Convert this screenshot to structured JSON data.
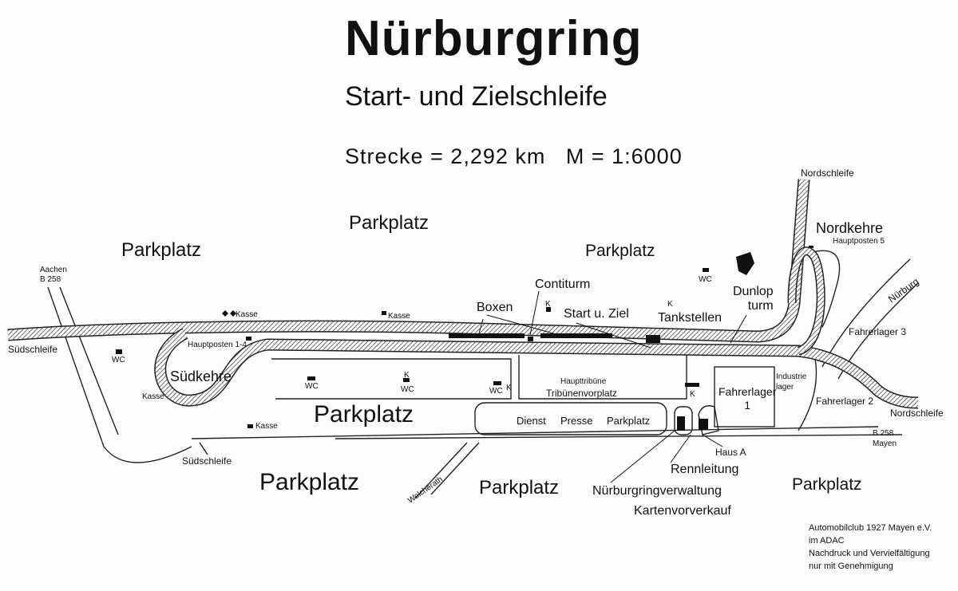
{
  "header": {
    "title": "Nürburgring",
    "subtitle": "Start- und Zielschleife",
    "info": "Strecke = 2,292 km   M = 1:6000"
  },
  "labels": {
    "parkplatz": "Parkplatz",
    "nordschleife": "Nordschleife",
    "suedschleife": "Südschleife",
    "nordkehre": "Nordkehre",
    "hauptposten5": "Hauptposten 5",
    "nuerburg": "Nürburg",
    "fahrerlager3": "Fahrerlager 3",
    "fahrerlager2": "Fahrerlager 2",
    "fahrerlager1": "Fahrerlager\n1",
    "industrielager": "Industrie\nlager",
    "aachen": "Aachen\nB 258",
    "mayen": "B 258\nMayen",
    "welcherath": "Welcherath",
    "suedkehre": "Südkehre",
    "hauptposten14": "Hauptposten 1-4",
    "kasse": "Kasse",
    "wc": "WC",
    "k": "K",
    "boxen": "Boxen",
    "contiturm": "Contiturm",
    "startziel": "Start u. Ziel",
    "tankstellen": "Tankstellen",
    "dunlop": "Dunlop\nturm",
    "haupttribuene": "Haupttribüne",
    "tribuenenvorplatz": "Tribünenvorplatz",
    "dienst": "Dienst",
    "presse": "Presse",
    "hausa": "Haus A",
    "rennleitung": "Rennleitung",
    "verwaltung": "Nürburgringverwaltung",
    "karten": "Kartenvorverkauf"
  },
  "footer": {
    "line1": "Automobilclub 1927 Mayen e.V.",
    "line2": "im  ADAC",
    "line3": "Nachdruck und Vervielfältigung",
    "line4": "nur mit Genehmigung"
  }
}
